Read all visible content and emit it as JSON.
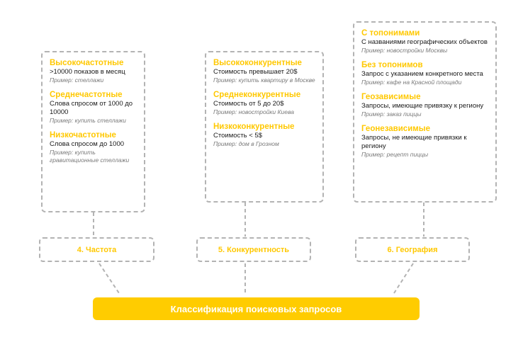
{
  "main": {
    "title": "Классификация поисковых запросов"
  },
  "columns": [
    {
      "label": "4. Частота",
      "groups": [
        {
          "title": "Высокочастотные",
          "desc": ">10000 показов в месяц",
          "example": "Пример: стеллажи"
        },
        {
          "title": "Среднечастотные",
          "desc": "Слова спросом от 1000 до 10000",
          "example": "Пример: купить стеллажи"
        },
        {
          "title": "Низкочастотные",
          "desc": "Слова спросом до 1000",
          "example": "Пример: купить гравитационные стеллажи"
        }
      ]
    },
    {
      "label": "5. Конкурентность",
      "groups": [
        {
          "title": "Высококонкурентные",
          "desc": "Стоимость превышает 20$",
          "example": "Пример: купить квартиру в Москве"
        },
        {
          "title": "Среднеконкурентные",
          "desc": "Стоимость от 5 до 20$",
          "example": "Пример: новостройки Киева"
        },
        {
          "title": "Низкоконкурентные",
          "desc": "Стоимость < 5$",
          "example": "Пример: дом в Грозном"
        }
      ]
    },
    {
      "label": "6. География",
      "groups": [
        {
          "title": "С топонимами",
          "desc": "С названиями географических объектов",
          "example": "Пример: новостройки Москвы"
        },
        {
          "title": "Без топонимов",
          "desc": "Запрос с указанием конкретного места",
          "example": "Пример: кафе на Красной площади"
        },
        {
          "title": "Геозависимые",
          "desc": "Запросы, имеющие привязку к региону",
          "example": "Пример: заказ пиццы"
        },
        {
          "title": "Геонезависимые",
          "desc": "Запросы, не имеющие привязки к региону",
          "example": "Пример: рецепт пиццы"
        }
      ]
    }
  ]
}
